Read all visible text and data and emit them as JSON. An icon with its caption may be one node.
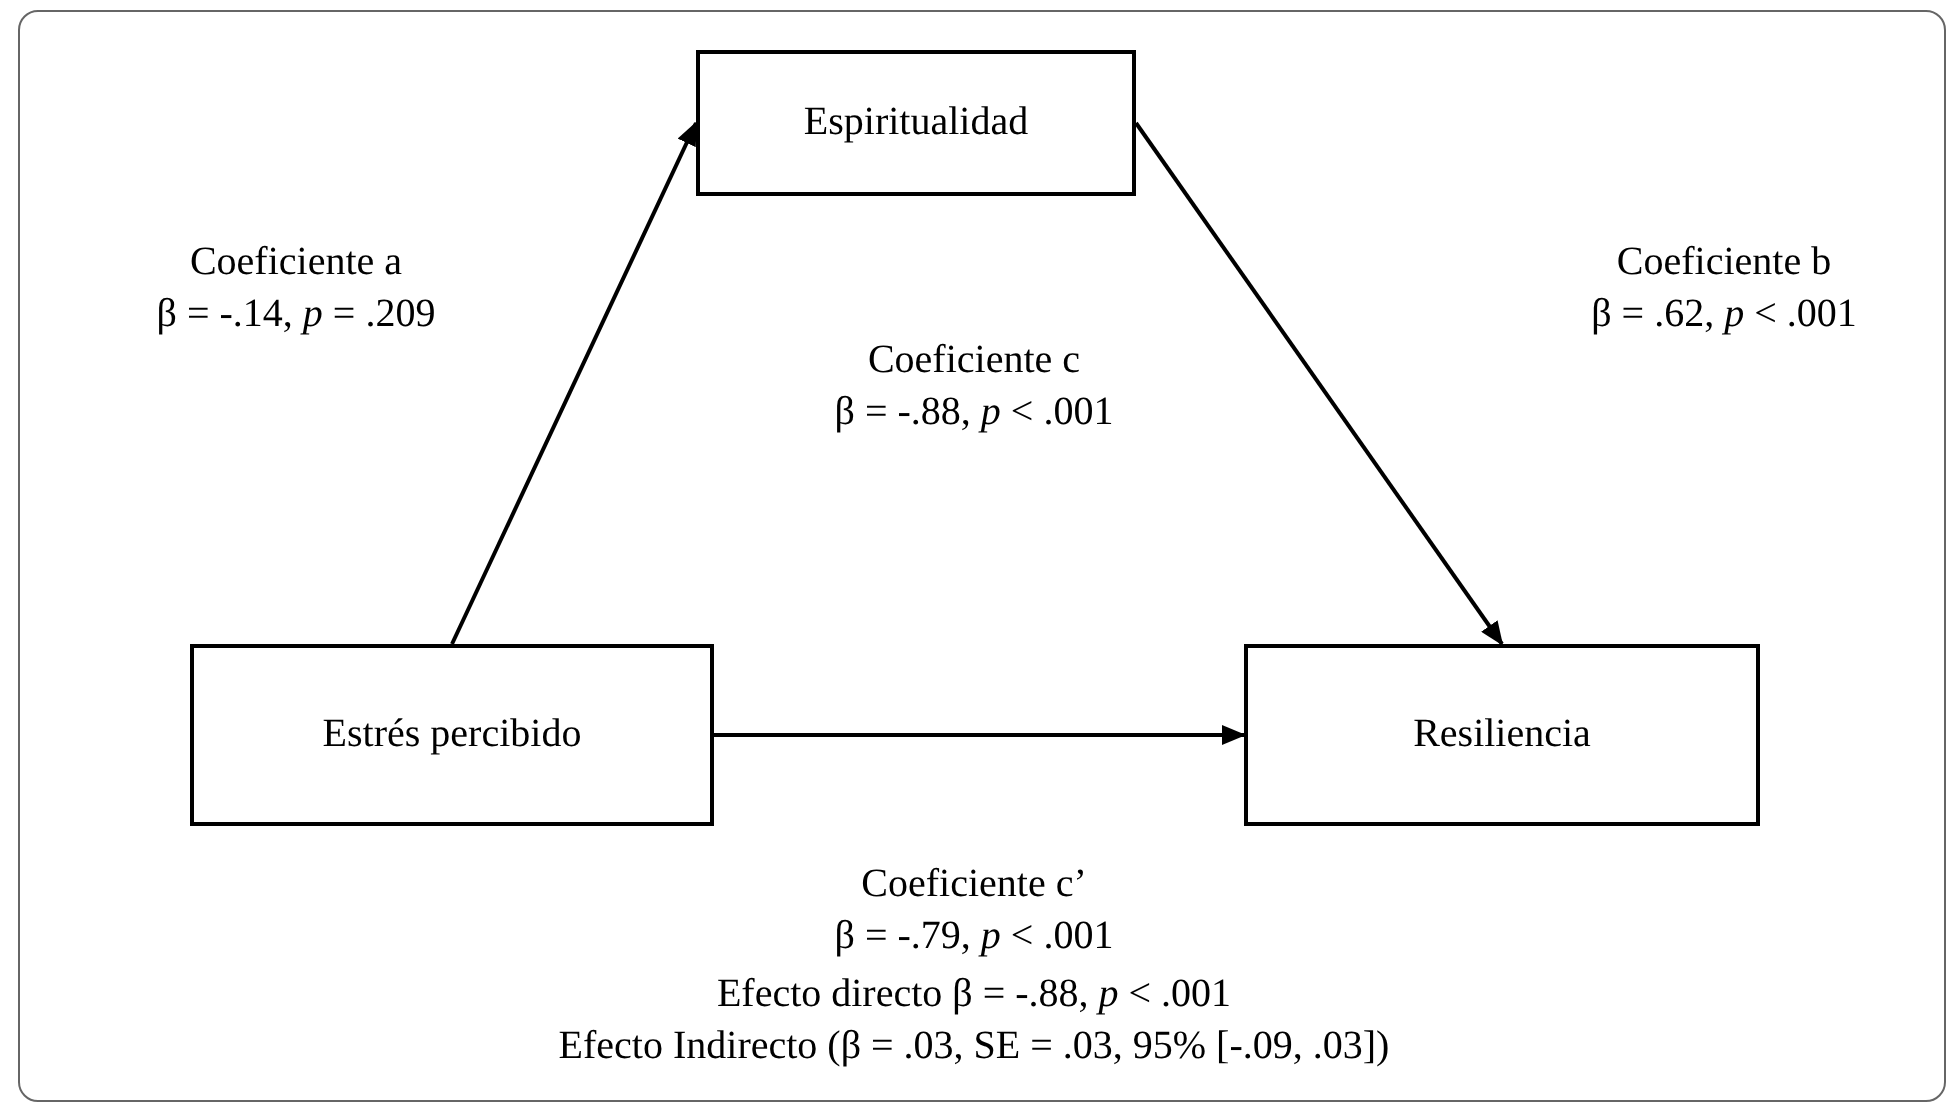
{
  "diagram": {
    "nodes": [
      {
        "text": [
          "Espiritualidad"
        ]
      },
      {
        "text": [
          "Estrés percibido"
        ]
      },
      {
        "text": [
          "Resiliencia"
        ]
      }
    ],
    "edges": [
      {
        "from": 1,
        "to": 0,
        "arrow": "to"
      },
      {
        "from": 0,
        "to": 2,
        "arrow": "to"
      },
      {
        "from": 1,
        "to": 2,
        "arrow": "to"
      }
    ],
    "labels": [
      "Coeficiente a",
      "β = -.14, *p* = .209",
      "Coeficiente b",
      "β = .62, *p* < .001",
      "Coeficiente c",
      "β = -.88, *p* < .001",
      "Coeficiente c’",
      "β = -.79, *p* < .001",
      "Efecto directo β = -.88, *p* < .001",
      "Efecto Indirecto (β = .03, SE = .03, 95% [-.09, .03])"
    ]
  }
}
